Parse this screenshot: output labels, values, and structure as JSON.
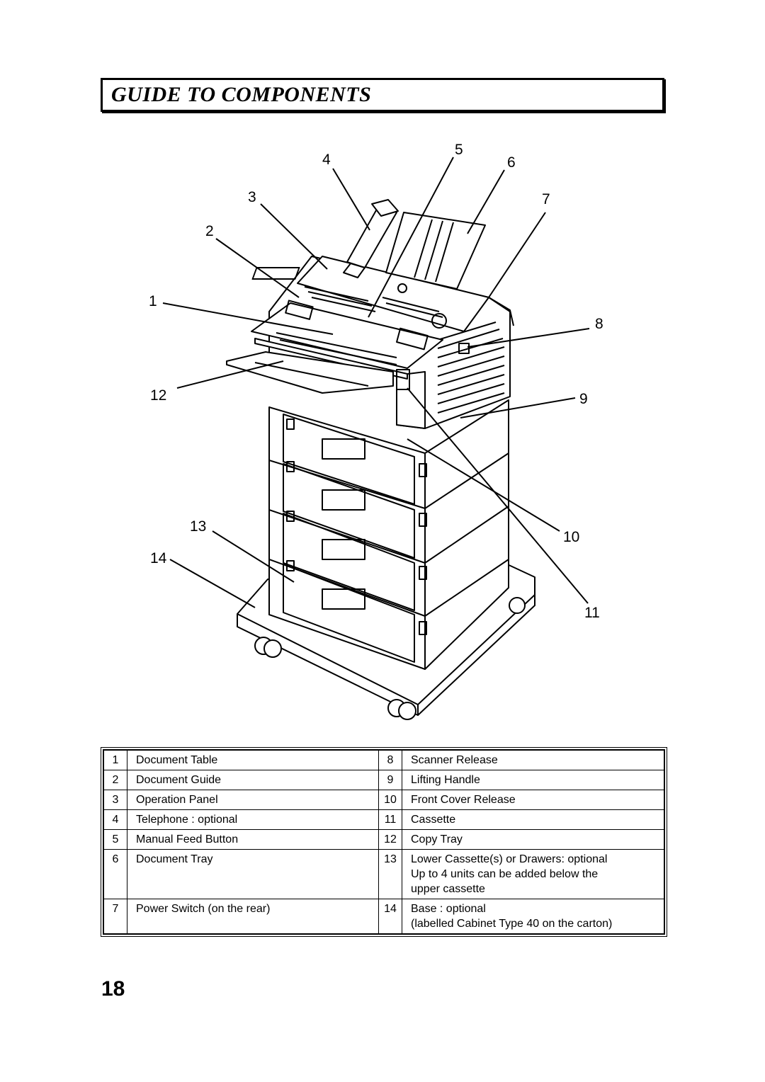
{
  "title": "GUIDE TO COMPONENTS",
  "callouts": [
    "1",
    "2",
    "3",
    "4",
    "5",
    "6",
    "7",
    "8",
    "9",
    "10",
    "11",
    "12",
    "13",
    "14"
  ],
  "legend": {
    "rows": [
      {
        "n1": "1",
        "l1": "Document Table",
        "n2": "8",
        "l2": "Scanner Release"
      },
      {
        "n1": "2",
        "l1": "Document Guide",
        "n2": "9",
        "l2": "Lifting Handle"
      },
      {
        "n1": "3",
        "l1": "Operation Panel",
        "n2": "10",
        "l2": "Front Cover Release"
      },
      {
        "n1": "4",
        "l1": "Telephone : optional",
        "n2": "11",
        "l2": "Cassette"
      },
      {
        "n1": "5",
        "l1": "Manual Feed Button",
        "n2": "12",
        "l2": "Copy Tray"
      },
      {
        "n1": "6",
        "l1": "Document Tray",
        "n2": "13",
        "l2": "Lower Cassette(s) or Drawers: optional",
        "l2b": "Up to 4 units can be added below the",
        "l2c": "upper cassette"
      },
      {
        "n1": "7",
        "l1": "Power Switch (on the rear)",
        "n2": "14",
        "l2": "Base : optional",
        "l2b": "(labelled Cabinet Type 40 on the carton)"
      }
    ]
  },
  "page_number": "18"
}
